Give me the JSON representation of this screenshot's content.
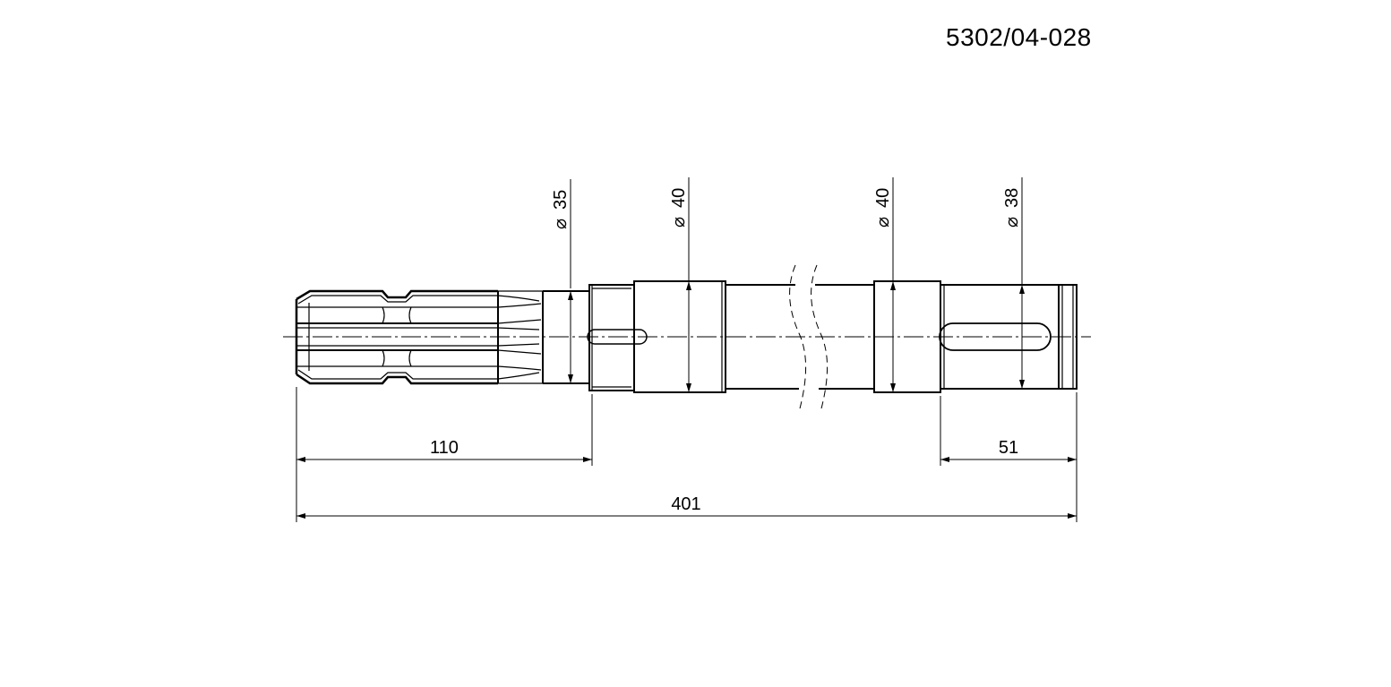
{
  "drawing": {
    "part_number": "5302/04-028",
    "line_color": "#000000",
    "background_color": "#ffffff"
  },
  "dimensions": {
    "length_spline_section": "110",
    "length_total": "401",
    "length_key_end": "51",
    "diameter_1_symbol": "⌀",
    "diameter_1_value": "35",
    "diameter_2_symbol": "⌀",
    "diameter_2_value": "40",
    "diameter_3_symbol": "⌀",
    "diameter_3_value": "40",
    "diameter_4_symbol": "⌀",
    "diameter_4_value": "38"
  }
}
